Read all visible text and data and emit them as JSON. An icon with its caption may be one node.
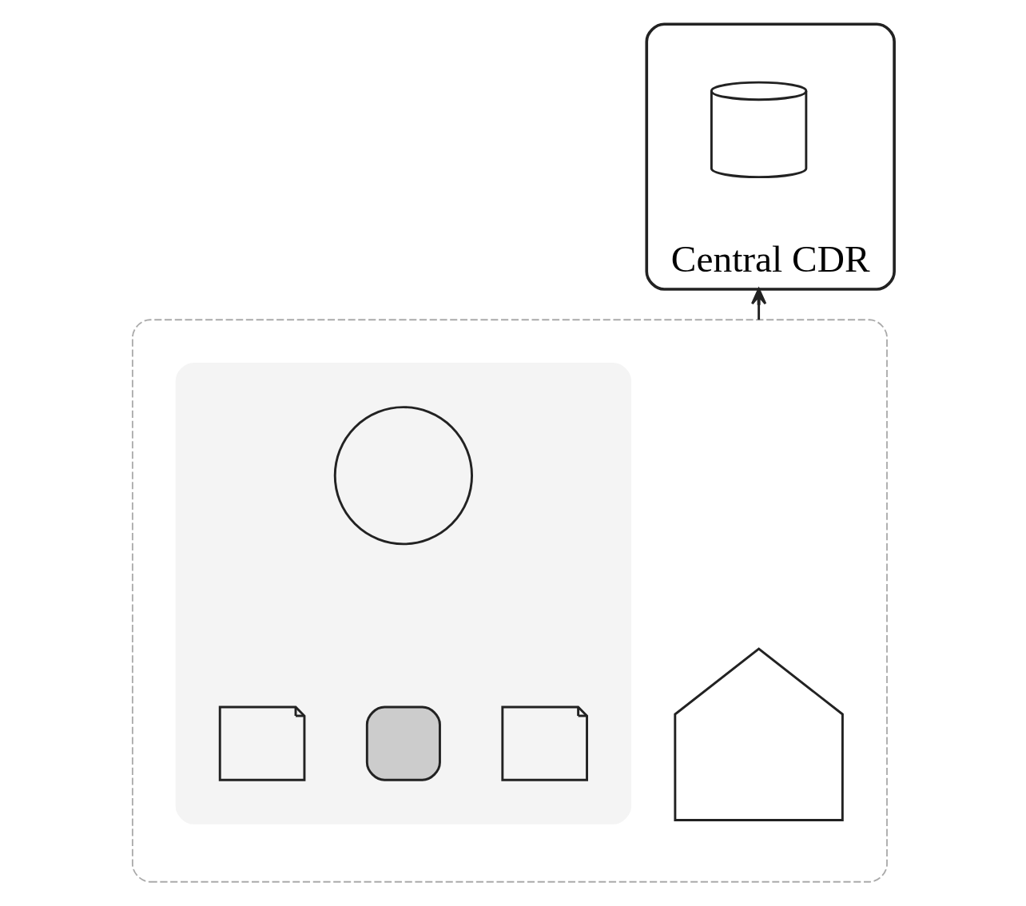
{
  "diagram": {
    "nodes": [
      {
        "text": [
          "Central CDR"
        ]
      },
      {
        "text": [],
        "shape": "cylinder",
        "in": 0
      },
      {
        "text": [],
        "shape": "box"
      },
      {
        "text": [],
        "shape": "picture",
        "in": 2
      },
      {
        "text": [],
        "shape": "box",
        "in": 2
      },
      {
        "text": [],
        "shape": "person",
        "in": 4
      },
      {
        "text": [],
        "shape": "picture",
        "in": 4
      },
      {
        "text": [],
        "shape": "box",
        "in": 4
      },
      {
        "text": [],
        "shape": "picture",
        "in": 4
      }
    ],
    "edges": [
      {
        "from": 2,
        "to": 0,
        "arrow": "to"
      }
    ]
  }
}
